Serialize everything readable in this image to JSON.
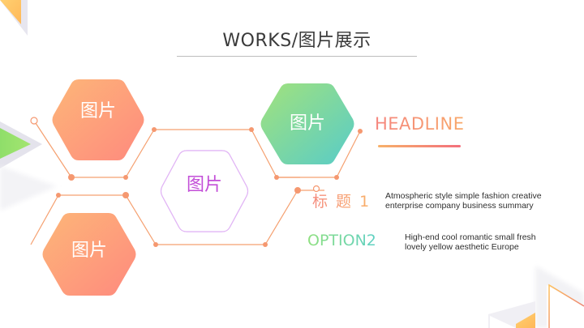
{
  "slide": {
    "title": "WORKS/图片展示",
    "hexagons": [
      {
        "id": "top-left",
        "label": "图片",
        "fill": [
          "#fdb678",
          "#fe8c7e"
        ]
      },
      {
        "id": "center",
        "label": "图片",
        "fill": [
          "#ffffff",
          "#ffffff"
        ],
        "text_color": "#c34fd8",
        "glow": "#c87cf0"
      },
      {
        "id": "bottom-left",
        "label": "图片",
        "fill": [
          "#fdb678",
          "#fe8c7e"
        ]
      },
      {
        "id": "top-right",
        "label": "图片",
        "fill": [
          "#9ee27f",
          "#5ccdc6"
        ]
      }
    ],
    "headline": {
      "text": "HEADLINE",
      "colors": [
        "#f5857e",
        "#f8a86a"
      ]
    },
    "items": [
      {
        "label": "标 题 1",
        "description_line1": "Atmospheric style simple fashion creative",
        "description_line2": "enterprise company business summary"
      },
      {
        "label": "OPTION2",
        "description_line1": "High-end cool romantic small fresh",
        "description_line2": "lovely yellow aesthetic Europe"
      }
    ],
    "colors": {
      "connector": "#f5a070",
      "title_text": "#3a3a3a",
      "rule": "#bdbdbd"
    }
  }
}
